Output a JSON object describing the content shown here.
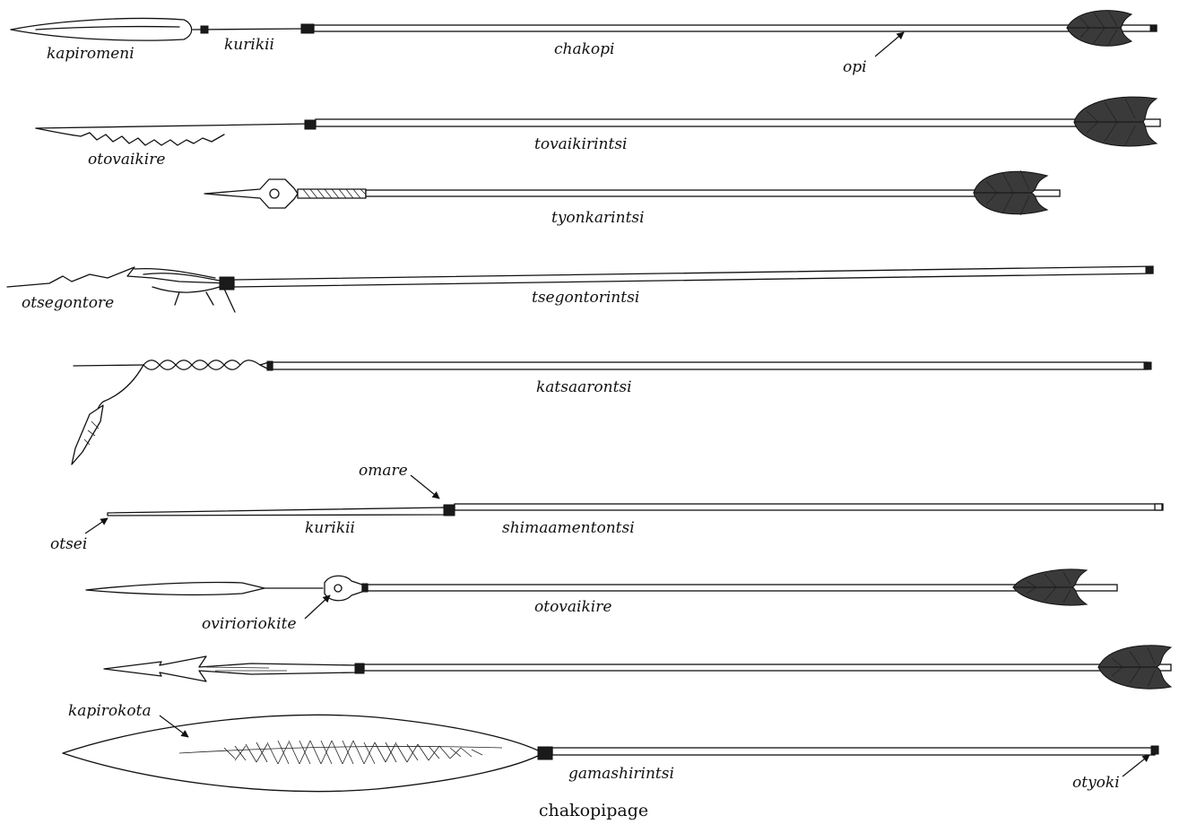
{
  "caption": "chakopipage",
  "arrows": [
    {
      "id": "arrow-1",
      "labels": {
        "point": "kapiromeni",
        "foreshaft": "kurikii",
        "shaft": "chakopi",
        "feather_pointer": "opi"
      }
    },
    {
      "id": "arrow-2",
      "labels": {
        "point": "otovaikire",
        "shaft": "tovaikirintsi"
      }
    },
    {
      "id": "arrow-3",
      "labels": {
        "shaft": "tyonkarintsi"
      }
    },
    {
      "id": "arrow-4",
      "labels": {
        "point": "otsegontore",
        "shaft": "tsegontorintsi"
      }
    },
    {
      "id": "arrow-5",
      "labels": {
        "shaft": "katsaarontsi"
      }
    },
    {
      "id": "arrow-6",
      "labels": {
        "binding_pointer": "omare",
        "tip_pointer": "otsei",
        "foreshaft": "kurikii",
        "shaft": "shimaamentontsi"
      }
    },
    {
      "id": "arrow-7",
      "labels": {
        "knob_pointer": "ovirioriokite",
        "shaft": "otovaikire"
      }
    },
    {
      "id": "arrow-8",
      "labels": {}
    },
    {
      "id": "arrow-9",
      "labels": {
        "head_pointer": "kapirokota",
        "shaft": "gamashirintsi",
        "nock_pointer": "otyoki"
      }
    }
  ]
}
